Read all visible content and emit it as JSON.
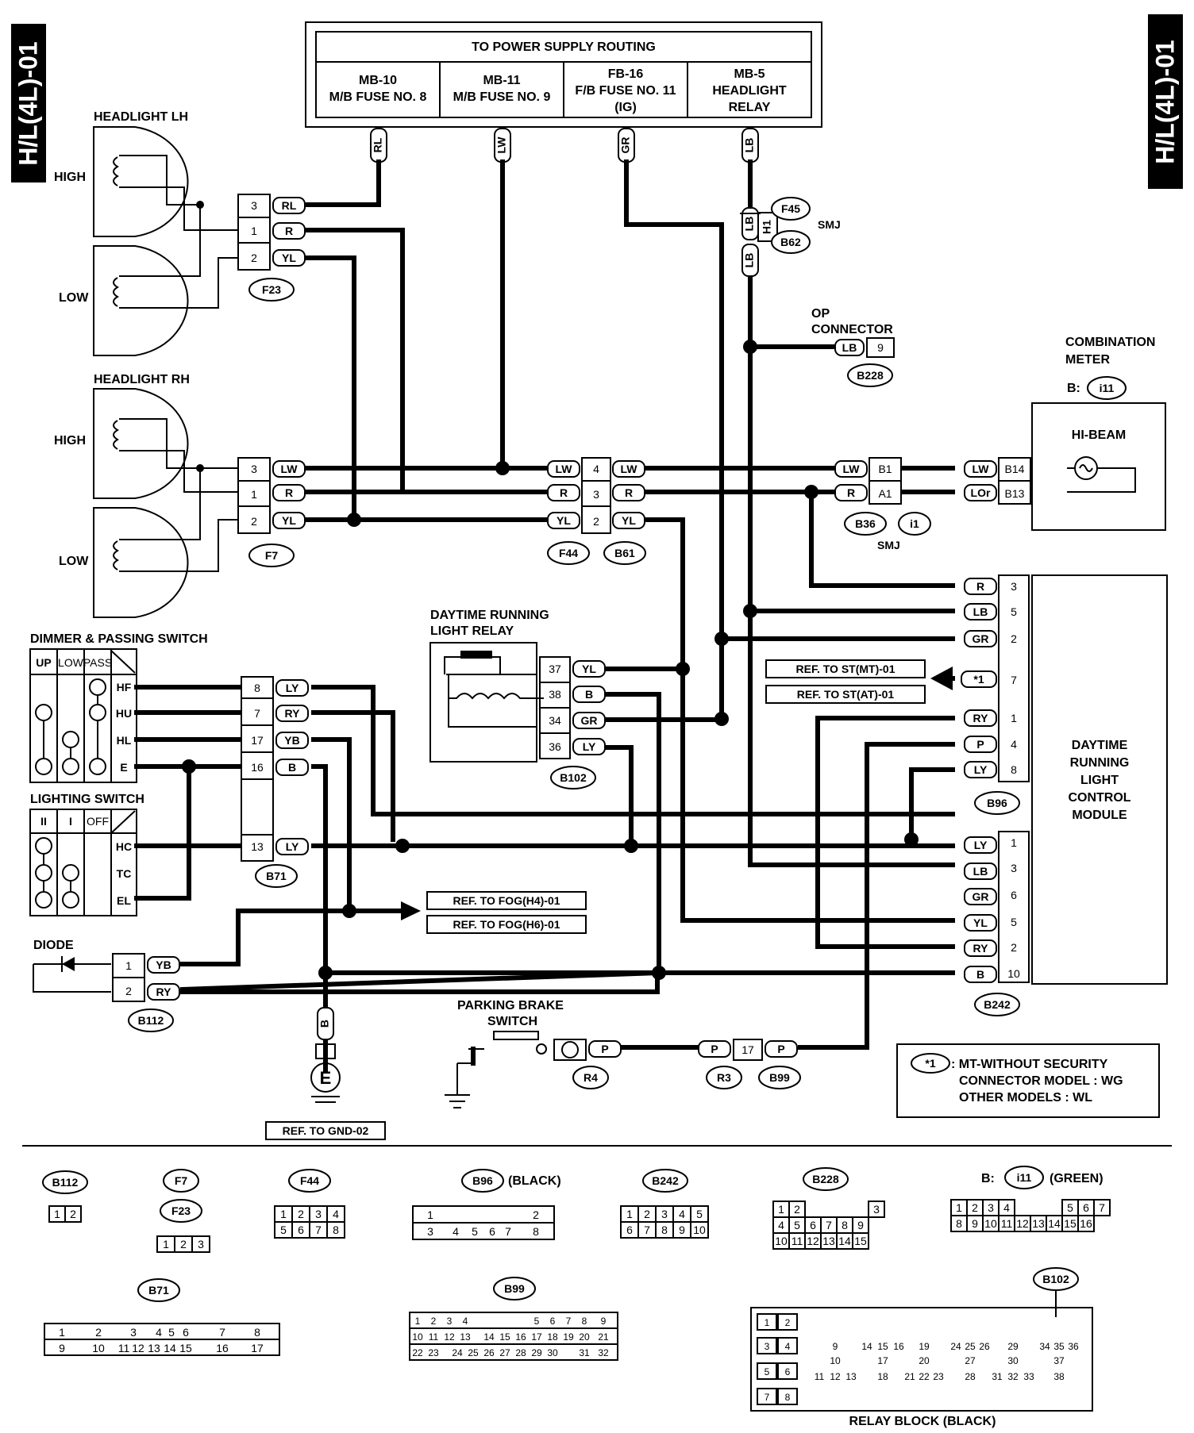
{
  "page_tab": "H/L(4L)-01",
  "power_supply": {
    "title": "TO POWER SUPPLY ROUTING",
    "cells": [
      {
        "line1": "MB-10",
        "line2": "M/B FUSE NO. 8",
        "line3": "",
        "wire": "RL"
      },
      {
        "line1": "MB-11",
        "line2": "M/B FUSE NO. 9",
        "line3": "",
        "wire": "LW"
      },
      {
        "line1": "FB-16",
        "line2": "F/B FUSE NO. 11",
        "line3": "(IG)",
        "wire": "GR"
      },
      {
        "line1": "MB-5",
        "line2": "HEADLIGHT",
        "line3": "RELAY",
        "wire": "LB"
      }
    ]
  },
  "components": {
    "headlight_lh": "HEADLIGHT LH",
    "headlight_rh": "HEADLIGHT RH",
    "high": "HIGH",
    "low": "LOW",
    "dimmer": "DIMMER & PASSING SWITCH",
    "lighting": "LIGHTING SWITCH",
    "drl_relay_1": "DAYTIME RUNNING",
    "drl_relay_2": "LIGHT RELAY",
    "op_1": "OP",
    "op_2": "CONNECTOR",
    "comb_1": "COMBINATION",
    "comb_2": "METER",
    "comb_conn": "B:",
    "hibeam": "HI-BEAM",
    "module": [
      "DAYTIME",
      "RUNNING",
      "LIGHT",
      "CONTROL",
      "MODULE"
    ],
    "diode": "DIODE",
    "pbrake_1": "PARKING BRAKE",
    "pbrake_2": "SWITCH",
    "ground": "E",
    "smj": "SMJ"
  },
  "dimmer_headers": [
    "UP",
    "LOW",
    "PASS"
  ],
  "dimmer_rows": [
    "HF",
    "HU",
    "HL",
    "E"
  ],
  "lighting_headers": [
    "II",
    "I",
    "OFF"
  ],
  "lighting_rows": [
    "HC",
    "TC",
    "EL"
  ],
  "connectors": {
    "F23": "F23",
    "F7": "F7",
    "F44": "F44",
    "B61": "B61",
    "F45": "F45",
    "B62": "B62",
    "B228": "B228",
    "B36": "B36",
    "i1": "i1",
    "i11": "i11",
    "B96": "B96",
    "B242": "B242",
    "B102": "B102",
    "B71": "B71",
    "B112": "B112",
    "R4": "R4",
    "R3": "R3",
    "B99": "B99"
  },
  "refs": {
    "st_mt": "REF. TO ST(MT)-01",
    "st_at": "REF. TO ST(AT)-01",
    "fog_h4": "REF. TO FOG(H4)-01",
    "fog_h6": "REF. TO FOG(H6)-01",
    "gnd": "REF. TO GND-02"
  },
  "note": {
    "mark": "*1",
    "line1": ": MT-WITHOUT SECURITY",
    "line2": "CONNECTOR MODEL  :  WG",
    "line3": "OTHER MODELS  :  WL"
  },
  "legend": {
    "b96_color": "(BLACK)",
    "i11_color": "(GREEN)",
    "relay_block": "RELAY BLOCK (BLACK)"
  }
}
